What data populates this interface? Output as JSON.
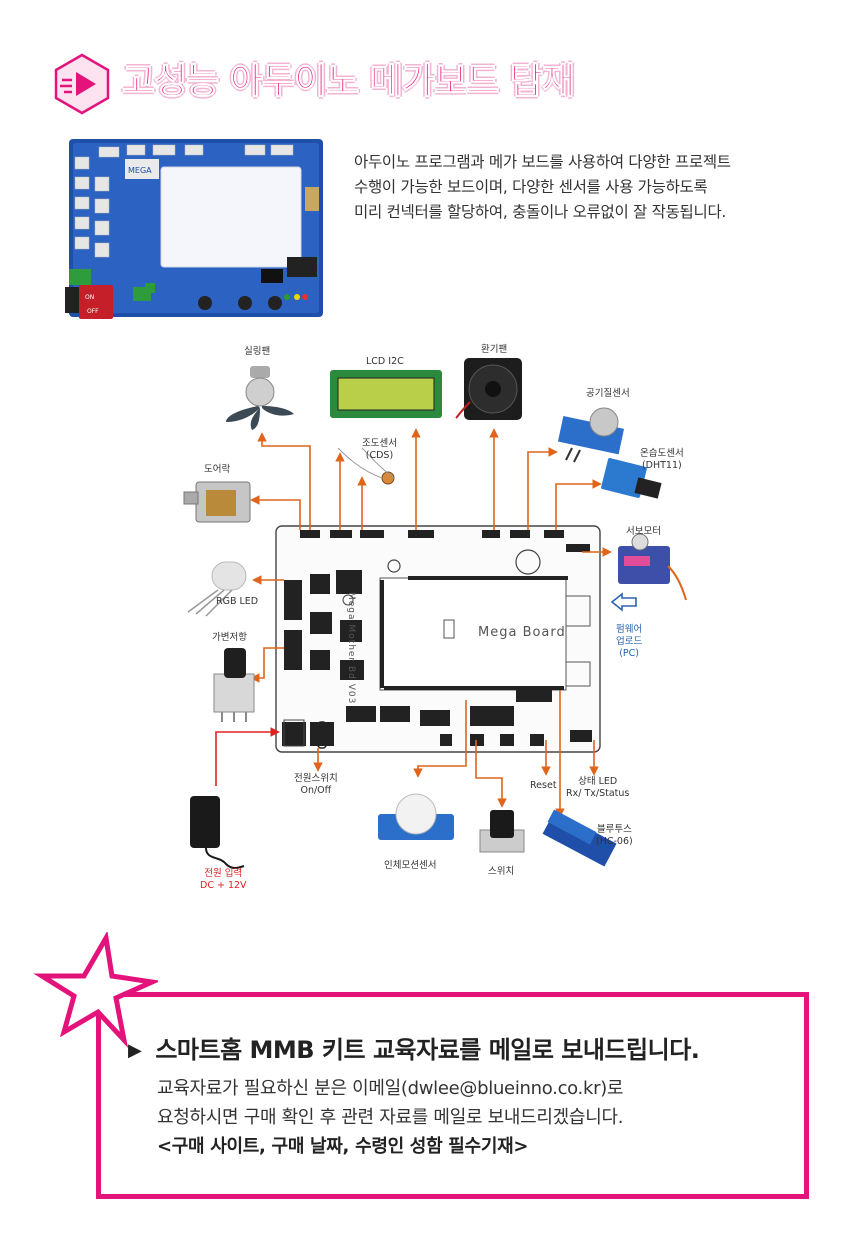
{
  "header": {
    "title": "고성능 아두이노 메가보드 탑재"
  },
  "intro": {
    "lines": [
      "아두이노 프로그램과 메가 보드를 사용하여 다양한 프로젝트",
      "수행이 가능한 보드이며, 다양한 센서를 사용 가능하도록",
      "미리 컨넥터를 할당하여, 충돌이나 오류없이 잘 작동됩니다."
    ]
  },
  "photo": {
    "power_on": "ON",
    "power_off": "OFF"
  },
  "diagram": {
    "board_label": "Mega Board",
    "labels": {
      "silring_fan": "실링팬",
      "lcd": "LCD I2C",
      "vent_fan": "환기팬",
      "air_sensor": "공기질센서",
      "cds_line1": "조도센서",
      "cds_line2": "(CDS)",
      "temp_line1": "온습도센서",
      "temp_line2": "(DHT11)",
      "door_lock": "도어락",
      "servo": "서보모터",
      "rgb_led": "RGB LED",
      "firmware_line1": "펌웨어",
      "firmware_line2": "업로드",
      "firmware_line3": "(PC)",
      "pot": "가변저항",
      "power_switch_line1": "전원스위치",
      "power_switch_line2": "On/Off",
      "reset": "Reset",
      "status_led_line1": "상태 LED",
      "status_led_line2": "Rx/ Tx/Status",
      "power_input_line1": "전원 입력",
      "power_input_line2": "DC + 12V",
      "pir": "인체모션센서",
      "switch": "스위치",
      "bluetooth_line1": "블루투스",
      "bluetooth_line2": "(HC-06)"
    }
  },
  "notice": {
    "headline": "스마트홈 MMB 키트 교육자료를 메일로 보내드립니다.",
    "line1": "교육자료가 필요하신 분은 이메일(dwlee@blueinno.co.kr)로",
    "line2": "요청하시면 구매 확인 후 관련 자료를 메일로 보내드리겠습니다.",
    "line3": "<구매 사이트, 구매 날짜, 수령인 성함 필수기재>"
  },
  "colors": {
    "accent": "#e4137b",
    "arrow": "#e0641a",
    "firmware_blue": "#2a64b0",
    "power_red": "#e02020"
  }
}
